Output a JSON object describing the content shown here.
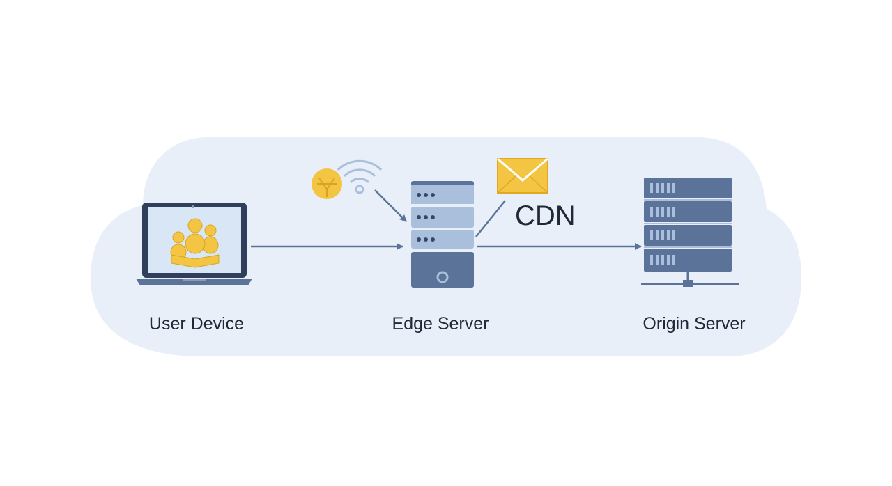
{
  "diagram": {
    "nodes": {
      "user_device": {
        "label": "User Device",
        "icon": "laptop-with-users-icon"
      },
      "edge_server": {
        "label": "Edge Server",
        "icon": "server-stack-icon"
      },
      "origin_server": {
        "label": "Origin Server",
        "icon": "rack-server-icon"
      }
    },
    "cdn_label": "CDN",
    "extra_icons": [
      "antenna-wifi-icon",
      "envelope-icon"
    ],
    "edges": [
      {
        "from": "user_device",
        "to": "edge_server"
      },
      {
        "from": "antenna-wifi-icon",
        "to": "edge_server"
      },
      {
        "from": "edge_server",
        "to": "origin_server"
      },
      {
        "from": "edge_server",
        "to": "cdn_label"
      }
    ],
    "colors": {
      "cloud_background": "#e8eff8",
      "server_dark": "#5c7399",
      "server_light": "#a9bfdc",
      "accent_yellow": "#f4c542",
      "arrow": "#5c7399",
      "text": "#1f2937"
    }
  }
}
